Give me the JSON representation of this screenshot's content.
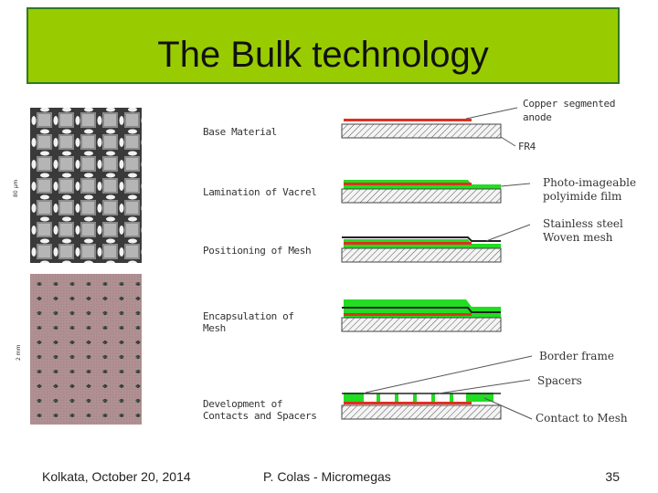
{
  "title": "The Bulk technology",
  "photos": {
    "mesh_scale": "80 µm",
    "pillars_scale": "2 mm"
  },
  "steps": [
    {
      "label": "Base Material"
    },
    {
      "label": "Lamination of Vacrel"
    },
    {
      "label": "Positioning of Mesh"
    },
    {
      "label": "Encapsulation of\nMesh"
    },
    {
      "label": "Development of\nContacts and Spacers"
    }
  ],
  "callouts": {
    "copper": "Copper segmented\nanode",
    "fr4": "FR4",
    "photo": "Photo-imageable\npolyimide film",
    "steel": "Stainless steel\nWoven mesh",
    "border": "Border frame",
    "spacers": "Spacers",
    "contact": "Contact to Mesh"
  },
  "colors": {
    "title_bg": "#99cc00",
    "title_border": "#2f7a22",
    "copper": "#e03020",
    "film": "#22dd22",
    "mesh": "#222222"
  },
  "footer": {
    "left": "Kolkata, October 20, 2014",
    "center": "P. Colas - Micromegas",
    "page": "35"
  }
}
